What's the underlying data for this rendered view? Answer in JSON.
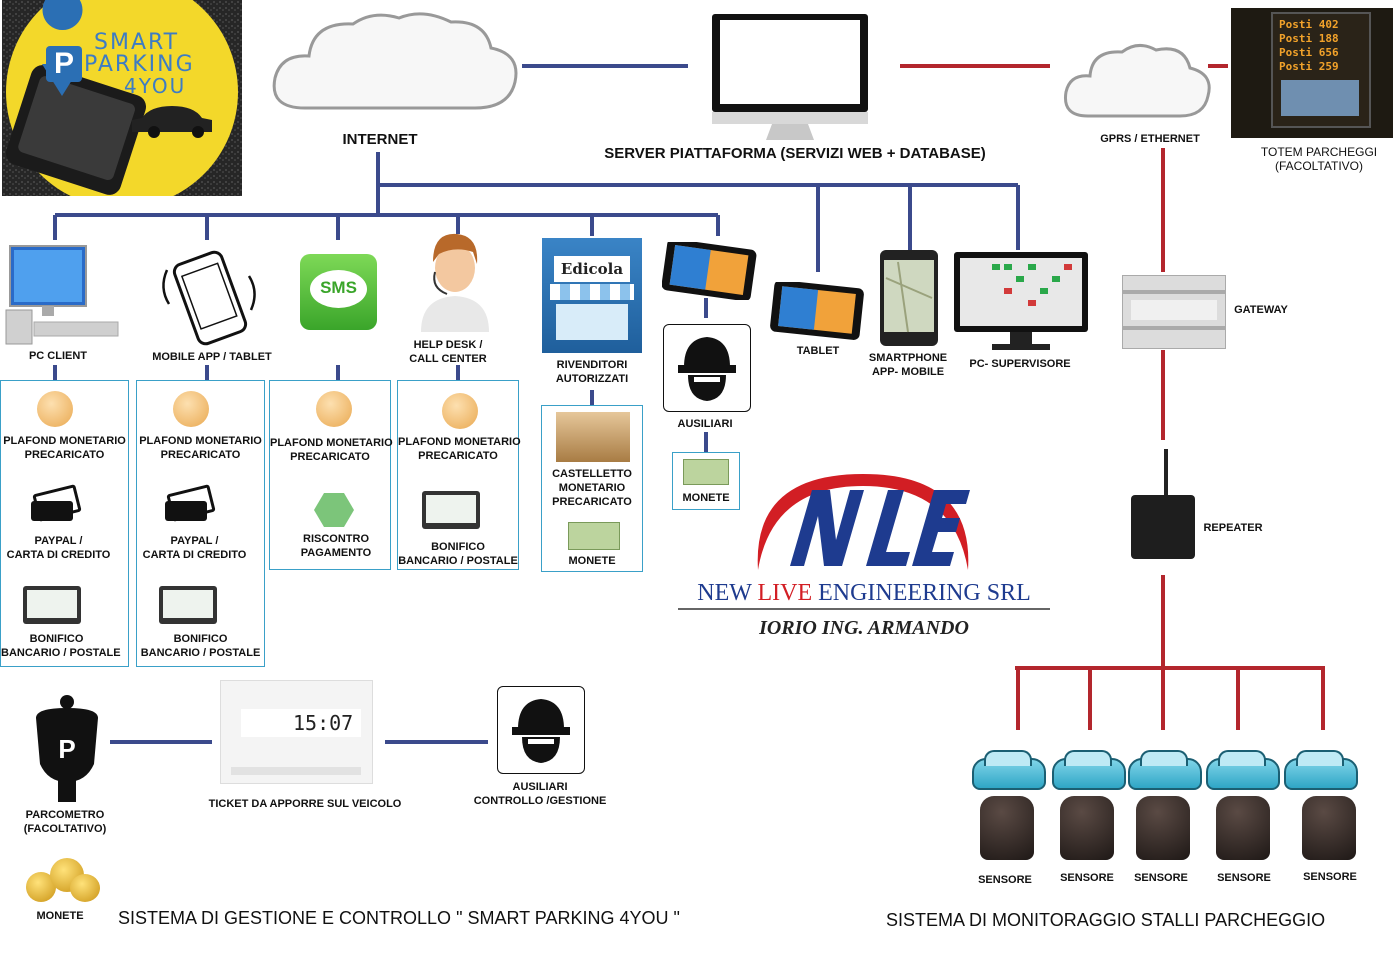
{
  "logo": {
    "line1": "SMART",
    "line2": "PARKING",
    "line3": "4YOU"
  },
  "top": {
    "internet": "INTERNET",
    "server": "SERVER PIATTAFORMA (SERVIZI WEB + DATABASE)",
    "gprs": "GPRS / ETHERNET",
    "totem": "TOTEM PARCHEGGI\n(FACOLTATIVO)",
    "totem_sign": [
      "Posti 402",
      "Posti 188",
      "Posti 656",
      "Posti 259"
    ]
  },
  "channels": {
    "pc_client": "PC CLIENT",
    "mobile_app": "MOBILE APP / TABLET",
    "sms_icon": "SMS",
    "help_desk": "HELP DESK /\nCALL CENTER",
    "edicola_sign": "Edicola",
    "rivenditori": "RIVENDITORI\nAUTORIZZATI",
    "ausiliari": "AUSILIARI",
    "tablet": "TABLET",
    "smartphone": "SMARTPHONE\nAPP- MOBILE",
    "pc_supervisore": "PC- SUPERVISORE"
  },
  "payments": {
    "plafond": "PLAFOND MONETARIO\nPRECARICATO",
    "paypal": "PAYPAL /\nCARTA DI CREDITO",
    "bonifico": "BONIFICO\nBANCARIO / POSTALE",
    "riscontro": "RISCONTRO\nPAGAMENTO",
    "castelletto": "CASTELLETTO\nMONETARIO\nPRECARICATO",
    "monete": "MONETE"
  },
  "company": {
    "name_new": "NEW ",
    "name_live": "LIVE",
    "name_rest": " ENGINEERING SRL",
    "person": "IORIO ING. ARMANDO"
  },
  "bottom": {
    "parcometro": "PARCOMETRO\n(FACOLTATIVO)",
    "ticket": "TICKET DA APPORRE SUL VEICOLO",
    "ticket_time": "15:07",
    "ausiliari": "AUSILIARI\nCONTROLLO /GESTIONE",
    "monete": "MONETE",
    "footer_left": "SISTEMA DI GESTIONE E CONTROLLO \" SMART PARKING 4YOU \"",
    "footer_right": "SISTEMA DI MONITORAGGIO STALLI PARCHEGGIO"
  },
  "sensors": {
    "gateway": "GATEWAY",
    "repeater": "REPEATER",
    "sensore": "SENSORE"
  },
  "colors": {
    "blue_line": "#3b4a8c",
    "red_line": "#b3262d",
    "box_border": "#3aa0c8"
  }
}
